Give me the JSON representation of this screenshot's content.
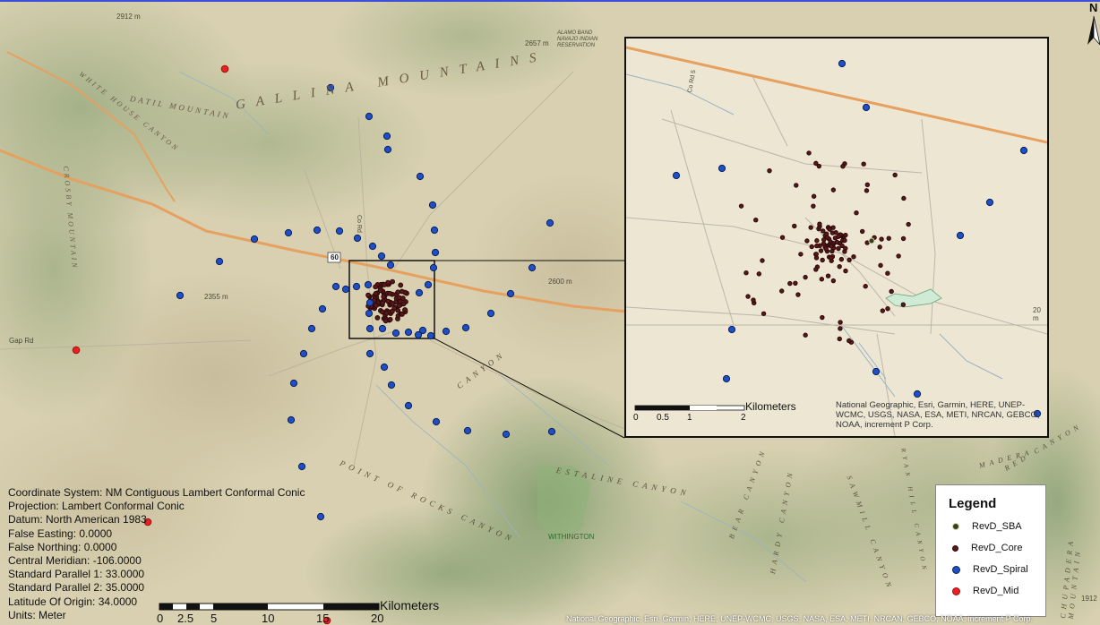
{
  "map": {
    "labels": {
      "range": "GALLINA MOUNTAINS",
      "datil": "DATIL MOUNTAIN",
      "white_house": "WHITE HOUSE CANYON",
      "crosby": "CROSBY MOUNTAIN",
      "elev_2912": "2912 m",
      "elev_2657": "2657 m",
      "alamo": "ALAMO BAND NAVAJO INDIAN RESERVATION",
      "elev_2355": "2355 m",
      "elev_2600": "2600 m",
      "gap_rd": "Gap Rd",
      "co_rd": "Co Rd",
      "hwy": "60",
      "point_rocks": "POINT OF ROCKS CANYON",
      "estaline": "ESTALINE CANYON",
      "withington": "WITHINGTON",
      "canyon_mid": "CANYON",
      "bear": "BEAR CANYON",
      "hardy": "HARDY CANYON",
      "sawmill": "SAWMILL CANYON",
      "madera": "MADERA",
      "redcanyon": "RED CANYON",
      "chupadera": "CHUPADERA MOUNTAIN",
      "ryan": "RYAN HILL CANYON",
      "elev_1912": "1912",
      "north": "N"
    },
    "attribution": "National Geographic, Esri, Garmin, HERE, UNEP-WCMC, USGS, NASA, ESA, METI, NRCAN, GEBCO, NOAA, increment P Corp."
  },
  "coordinate_system": [
    "Coordinate System: NM Contiguous Lambert Conformal Conic",
    "Projection: Lambert Conformal Conic",
    "Datum: North American 1983",
    "False Easting: 0.0000",
    "False Northing: 0.0000",
    "Central Meridian: -106.0000",
    "Standard Parallel 1: 33.0000",
    "Standard Parallel 2: 35.0000",
    "Latitude Of Origin: 34.0000",
    "Units: Meter"
  ],
  "scale_bar": {
    "unit": "Kilometers",
    "ticks": [
      "0",
      "2.5",
      "5",
      "10",
      "15",
      "20"
    ]
  },
  "inset": {
    "scale_unit": "Kilometers",
    "ticks": [
      "0",
      "0.5",
      "1",
      "2"
    ],
    "attribution": "National Geographic, Esri, Garmin, HERE, UNEP-WCMC, USGS, NASA, ESA, METI, NRCAN, GEBCO, NOAA, increment P Corp.",
    "road_label": "Co Rd 5",
    "elev_label": "20 m"
  },
  "legend": {
    "title": "Legend",
    "items": [
      {
        "label": "RevD_SBA",
        "color": "#3a3d20",
        "border": "#cfd6a8"
      },
      {
        "label": "RevD_Core",
        "color": "#5a1717",
        "border": "#2a0a0a"
      },
      {
        "label": "RevD_Spiral",
        "color": "#1f4fc4",
        "border": "#0a1f5a"
      },
      {
        "label": "RevD_Mid",
        "color": "#e52121",
        "border": "#a01010"
      }
    ]
  },
  "colors": {
    "spiral": "#1f4fc4",
    "core": "#5a1717",
    "mid": "#e52121",
    "road": "#e6a060"
  }
}
